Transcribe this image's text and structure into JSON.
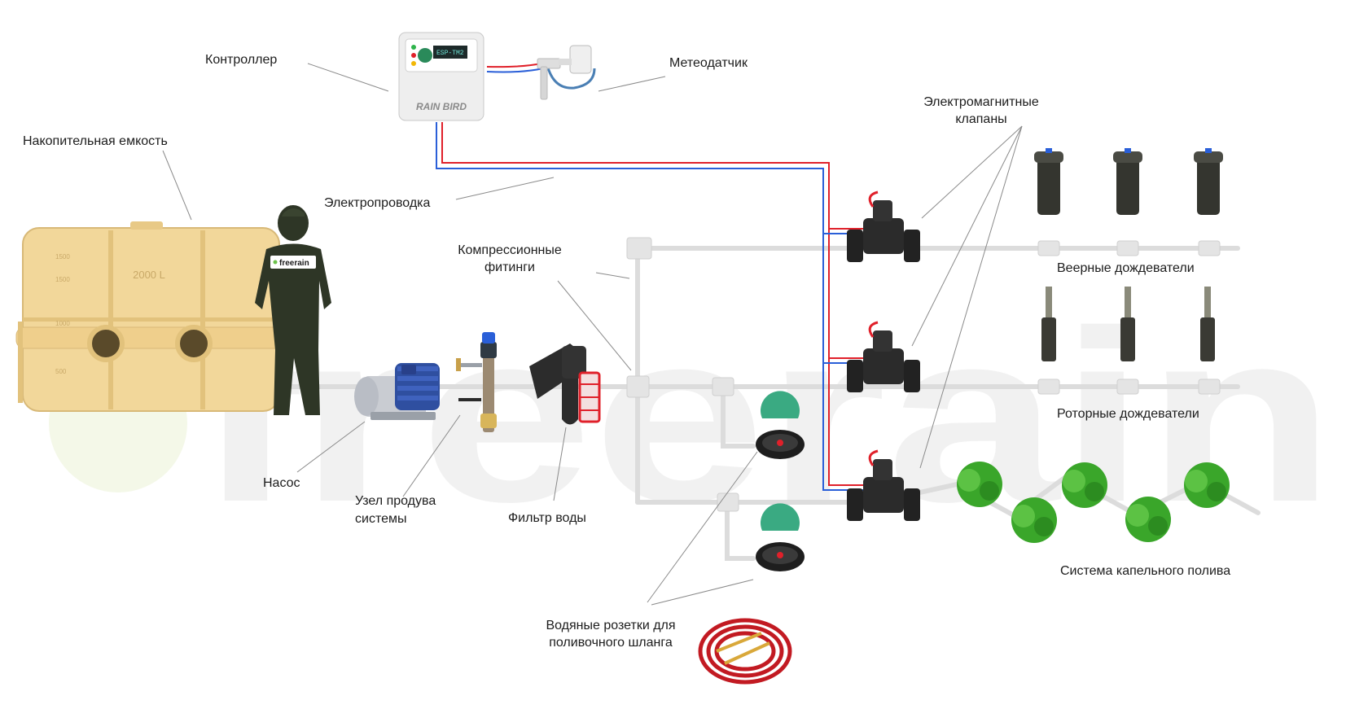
{
  "colors": {
    "pipe": "#dcdcdc",
    "wire_red": "#e0202a",
    "wire_blue": "#2a5fd8",
    "tank": "#f2d79a",
    "tank_shade": "#e2c27c",
    "valve": "#2b2b2b",
    "bush": "#3aa62a",
    "leader": "#8a8a8a",
    "watermark": "#f1f1f1",
    "watermark_dot": "#f4f8e8"
  },
  "icons": {
    "tank": "tank-icon",
    "person": "person-icon",
    "pump": "pump-icon",
    "purge": "purge-valve-icon",
    "filter": "filter-icon",
    "controller": "controller-icon",
    "sensor": "weather-sensor-icon",
    "valve": "solenoid-valve-icon",
    "spray": "spray-head-icon",
    "rotor": "rotor-head-icon",
    "bush": "bush-icon",
    "socket": "water-socket-icon",
    "hose": "hose-icon"
  },
  "watermark": {
    "text": "freerain"
  },
  "person_badge": {
    "text": "freerain"
  },
  "tank_text": {
    "volume": "2000 L",
    "marks": [
      "1500",
      "1500",
      "1000",
      "500"
    ]
  },
  "controller_text": {
    "brand": "RAIN BIRD",
    "screen": "ESP-TM2"
  },
  "labels": {
    "controller": "Контроллер",
    "meteo": "Метеодатчик",
    "tank": "Накопительная емкость",
    "wiring": "Электропроводка",
    "valves_line1": "Электромагнитные",
    "valves_line2": "клапаны",
    "fittings_line1": "Компрессионные",
    "fittings_line2": "фитинги",
    "spray": "Веерные дождеватели",
    "rotor": "Роторные дождеватели",
    "pump": "Насос",
    "purge_line1": "Узел продува",
    "purge_line2": "системы",
    "filter": "Фильтр воды",
    "drip": "Система капельного полива",
    "sockets_line1": "Водяные розетки для",
    "sockets_line2": "поливочного шланга"
  }
}
